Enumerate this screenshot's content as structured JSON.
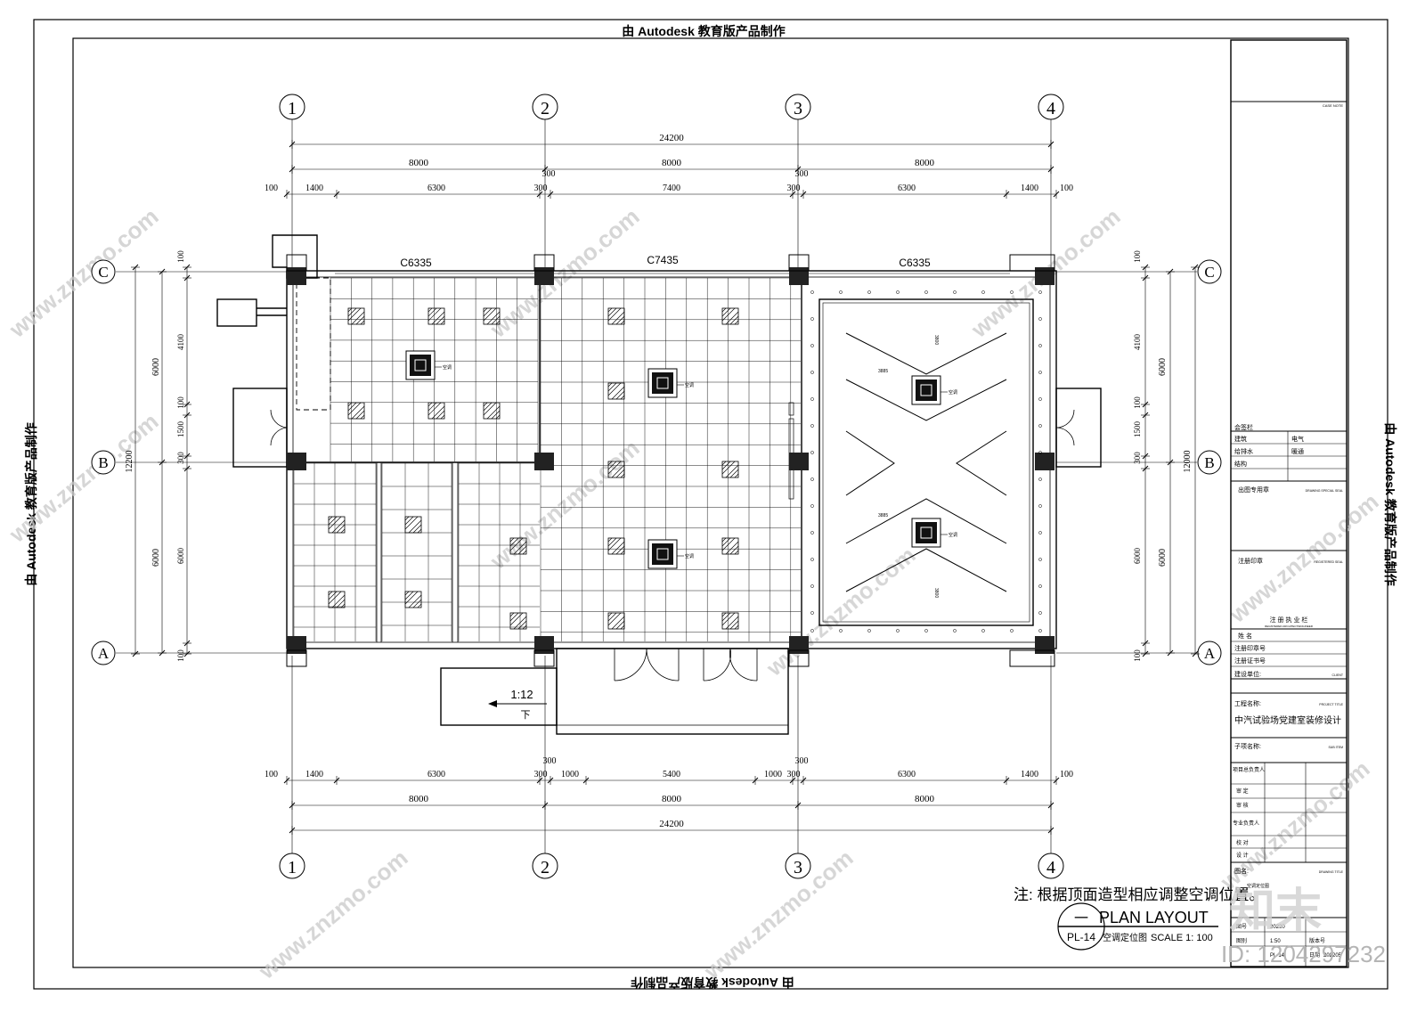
{
  "watermark": {
    "autodesk": "由 Autodesk 教育版产品制作",
    "site": "www.znzmo.com",
    "logo": "知末",
    "id_text": "ID: 1204297232"
  },
  "grid": {
    "columns": [
      "1",
      "2",
      "3",
      "4"
    ],
    "rows": [
      "C",
      "B",
      "A"
    ]
  },
  "dims": {
    "top_total": "24200",
    "top_bays": [
      "8000",
      "8000",
      "8000"
    ],
    "top_detail": [
      "100",
      "1400",
      "6300",
      "300",
      "7400",
      "300",
      "6300",
      "1400",
      "100"
    ],
    "top_mid": [
      "300",
      "300"
    ],
    "bottom_detail": [
      "100",
      "1400",
      "6300",
      "300",
      "1000",
      "5400",
      "1000",
      "300",
      "6300",
      "1400",
      "100"
    ],
    "bottom_mid": [
      "300",
      "300"
    ],
    "bottom_bays": [
      "8000",
      "8000",
      "8000"
    ],
    "bottom_total": "24200",
    "left_detail": [
      "100",
      "4100",
      "100",
      "1500",
      "300",
      "6000",
      "100"
    ],
    "left_mid": [
      "6000",
      "6000"
    ],
    "left_total": "12200",
    "right_detail": [
      "100",
      "4100",
      "100",
      "1500",
      "300",
      "6000",
      "100"
    ],
    "right_mid": [
      "6000",
      "6000"
    ],
    "right_total": "12000"
  },
  "windows": [
    "C6335",
    "C7435",
    "C6335"
  ],
  "ramp": {
    "slope": "1:12",
    "direction": "下"
  },
  "ac_label": "空调",
  "ceiling_dims": [
    "3885",
    "3885",
    "3800",
    "3800"
  ],
  "note": "注: 根据顶面造型相应调整空调位置。",
  "title_block": {
    "plan_symbol": "一",
    "plan_title": "PLAN LAYOUT",
    "sheet_no": "PL-14",
    "sheet_name": "空调定位图",
    "scale": "SCALE  1: 100"
  },
  "panel": {
    "case_note": "CASE NOTE",
    "sign_header": "会签栏",
    "sign_rows": [
      [
        "建筑",
        "电气"
      ],
      [
        "给排水",
        "暖通"
      ],
      [
        "结构",
        ""
      ]
    ],
    "drawing_seal": "出图专用章",
    "drawing_seal_en": "DRAWING SPECIAL SEAL",
    "reg_seal": "注册印章",
    "reg_seal_en": "REGISTERED SEAL",
    "license_header": "注 册 执 业 栏",
    "license_header_en": "REGISTERED ARCHITECT/ENGINEER",
    "license_rows": [
      "姓  名",
      "注册印章号",
      "注册证书号"
    ],
    "client": "建设单位:",
    "client_en": "CLIENT",
    "project_label": "工程名称:",
    "project_en": "PROJECT TITLE",
    "project_name": "中汽试验场党建室装修设计",
    "sub_item": "子项名称:",
    "sub_item_en": "SUB ITEM",
    "staff_rows": [
      "项目总负责人",
      "审  定",
      "审  核",
      "专业负责人",
      "校  对",
      "设  计"
    ],
    "drawing_title": "图名:",
    "drawing_title_en": "DRAWING TITLE",
    "drawing_name": "空调定位图",
    "bottom_rows": [
      [
        "图号",
        "20220"
      ],
      [
        "图别",
        "1:50",
        "版本号"
      ],
      [
        "PL-14",
        "日期",
        "202205"
      ]
    ]
  }
}
